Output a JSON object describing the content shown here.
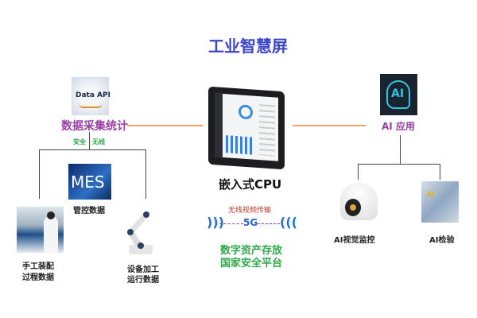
{
  "title": "工业智慧屏",
  "left": {
    "image_label": "Data API",
    "heading": "数据采集统计",
    "tags": [
      "安全",
      "无线"
    ],
    "mes": {
      "image_label": "MES",
      "label": "管控数据"
    },
    "manual": {
      "label_lines": [
        "手工装配",
        "过程数据"
      ]
    },
    "equipment": {
      "label_lines": [
        "设备加工",
        "运行数据"
      ]
    }
  },
  "center": {
    "device_label": "嵌入式CPU",
    "wireless_label": "无线视频传输",
    "network": "5G",
    "platform_lines": [
      "数字资产存放",
      "国家安全平台"
    ]
  },
  "right": {
    "image_label": "AI",
    "heading": "AI 应用",
    "camera_label": "AI视觉监控",
    "inspection_label": "AI检验"
  },
  "colors": {
    "title": "#3a46c8",
    "purple": "#9b3fa8",
    "green": "#2fa84a",
    "orange": "#e9a46a",
    "red": "#c0392b"
  }
}
